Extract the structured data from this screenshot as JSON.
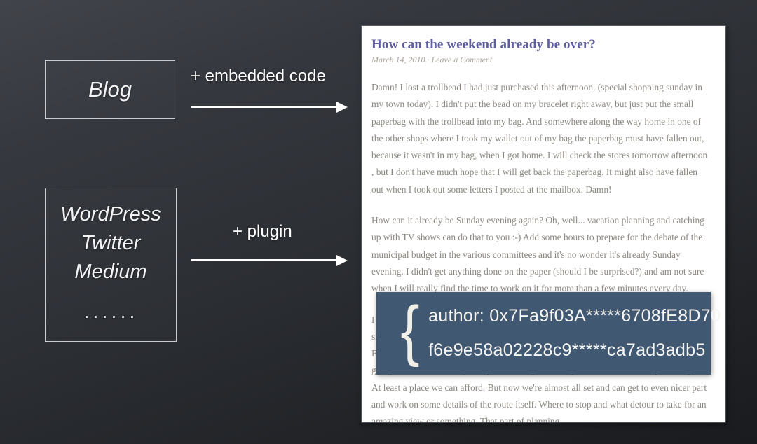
{
  "slide": {
    "background_top_color": "#41444a",
    "background_bottom_color": "#191b1f"
  },
  "diagram": {
    "box_blog": {
      "label": "Blog"
    },
    "box_platforms": {
      "lines": [
        "WordPress",
        "Twitter",
        "Medium"
      ],
      "ellipsis": "······"
    },
    "arrows": [
      {
        "label": "+ embedded code"
      },
      {
        "label": "+ plugin"
      }
    ]
  },
  "blog_card": {
    "title": "How can the weekend already be over?",
    "meta": "March 14, 2010 · Leave a Comment",
    "paragraphs": [
      "Damn! I lost a trollbead I had just purchased this afternoon. (special shopping sunday in my town today). I didn't put the bead on my bracelet right away, but just put the small paperbag with the trollbead into my bag. And somewhere along the way home in one of the other shops where I took my wallet out of my bag the paperbag must have fallen out, because it wasn't in my bag, when I got home. I will check the stores tomorrow afternoon , but I don't have much hope that I will get back the paperbag. It might also have fallen out when I took out some letters I posted at the mailbox. Damn!",
      "How can it already be Sunday evening again? Oh, well... vacation planning and catching up with TV shows can do that to you :-) Add some hours to prepare for the debate of the municipal budget in the various committees and it's no wonder it's already Sunday evening. I didn't get anything done on the paper (should I be surprised?) and am not sure when I will really find the time to work on it for more than a few minutes every day.",
      "I will take a week off in May and we are planning a motorcycle trip. It's been a long time since we did that and this time we will take the bikes to southern spain with a trailer. Finding good accomodation for the tour has been tricky, because we need a place with a garage for the bikes and just a place that's good enough for us women to stay overnight. At least a place we can afford. But now we're almost all set and can get to even nicer part and work on some details of the route itself. Where to stop and what detour to take for an amazing view or something. That part of planning"
    ]
  },
  "hash_overlay": {
    "brace": "{",
    "line1": "author: 0x7Fa9f03A*****6708fE8D70",
    "line2": "f6e9e58a02228c9*****ca7ad3adb5",
    "background_color": "#415872"
  }
}
